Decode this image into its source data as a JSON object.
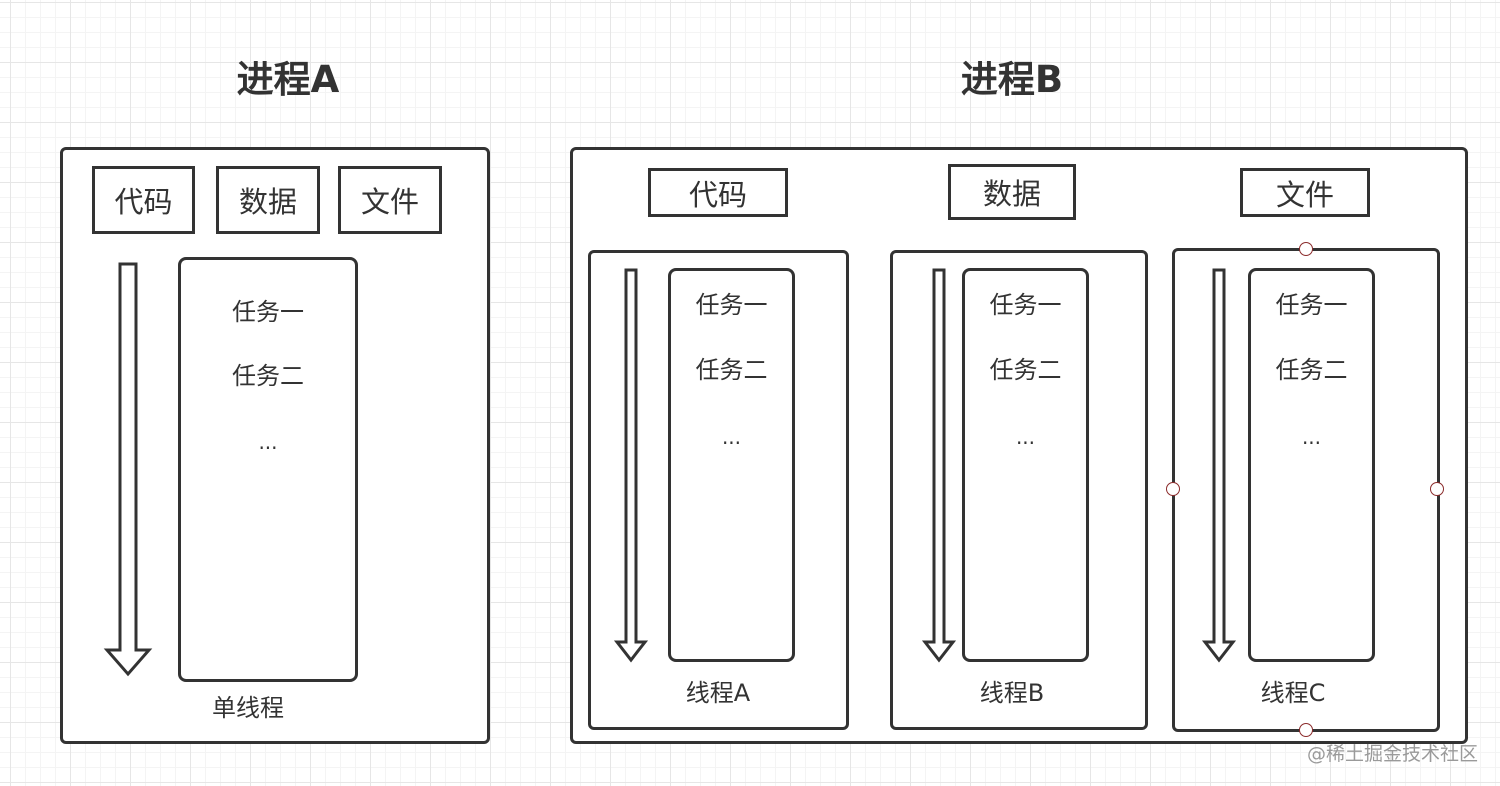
{
  "process_a": {
    "title": "进程A",
    "resources": [
      "代码",
      "数据",
      "文件"
    ],
    "tasks": [
      "任务一",
      "任务二",
      "..."
    ],
    "thread_label": "单线程"
  },
  "process_b": {
    "title": "进程B",
    "resources": [
      "代码",
      "数据",
      "文件"
    ],
    "threads": [
      {
        "label": "线程A",
        "tasks": [
          "任务一",
          "任务二",
          "..."
        ]
      },
      {
        "label": "线程B",
        "tasks": [
          "任务一",
          "任务二",
          "..."
        ]
      },
      {
        "label": "线程C",
        "tasks": [
          "任务一",
          "任务二",
          "..."
        ]
      }
    ]
  },
  "watermark": "@稀土掘金技术社区",
  "colors": {
    "stroke": "#333333",
    "selection_handle": "#8b2b2b",
    "grid": "#e6e6e6"
  }
}
